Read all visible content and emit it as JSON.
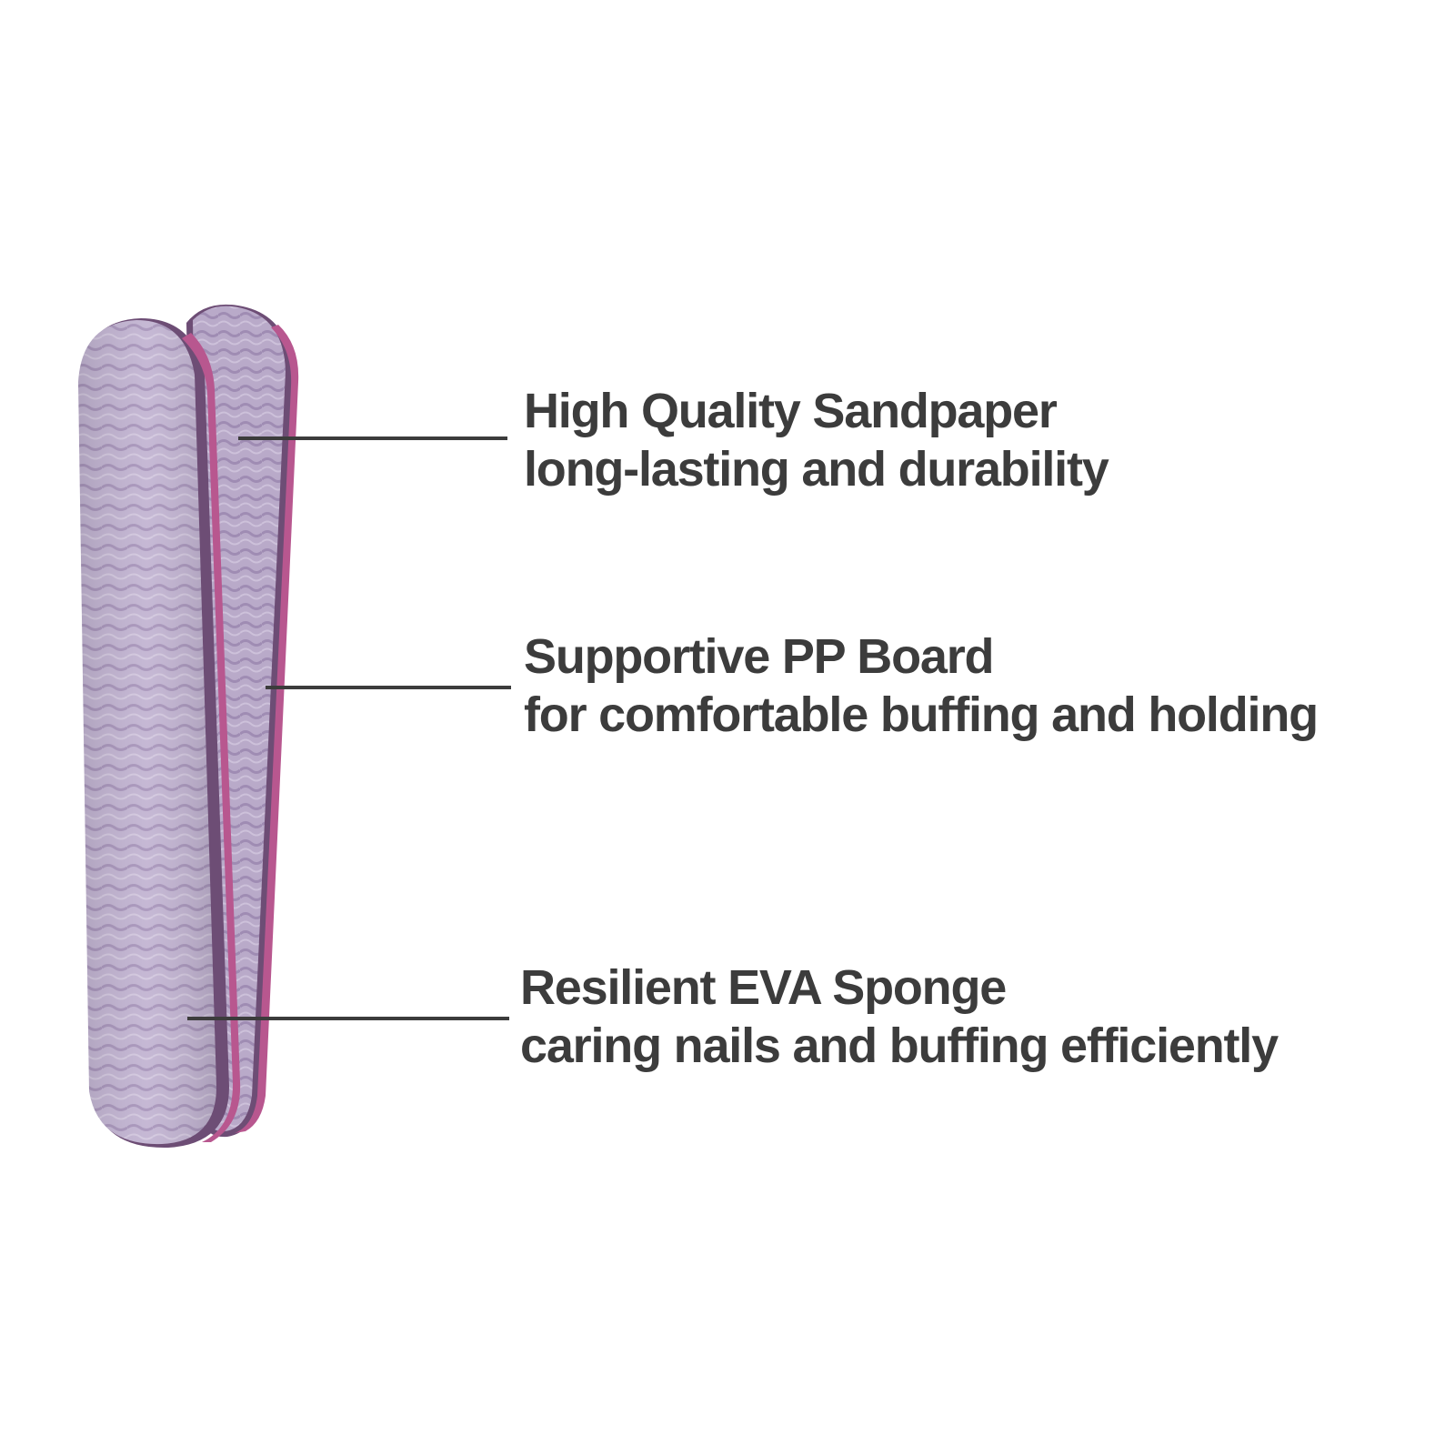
{
  "colors": {
    "text": "#3c3c3c",
    "sandpaper": "#bfb0cf",
    "sandpaper_shade": "#a996bd",
    "edge_pink": "#b8578f",
    "edge_dark": "#6d4d75",
    "background": "#ffffff"
  },
  "callouts": [
    {
      "title": "High Quality Sandpaper",
      "subtitle": "long-lasting and durability"
    },
    {
      "title": "Supportive PP Board",
      "subtitle": "for comfortable buffing and holding"
    },
    {
      "title": "Resilient EVA Sponge",
      "subtitle": "caring nails and buffing efficiently"
    }
  ]
}
